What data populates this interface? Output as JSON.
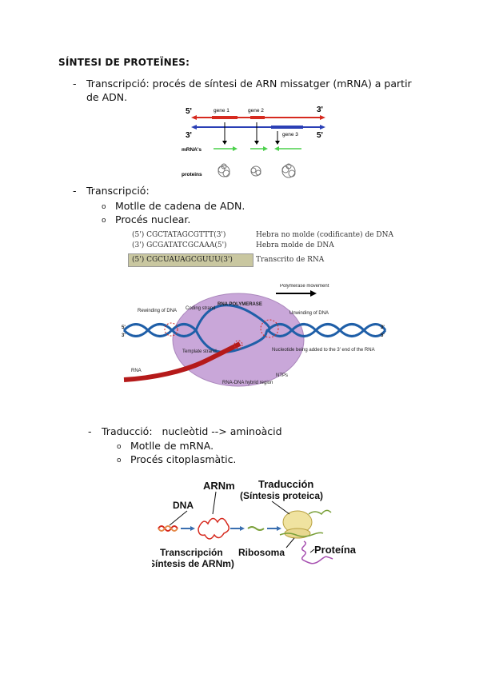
{
  "title": "SÍNTESI DE PROTEÏNES:",
  "bullets": {
    "dash": "-",
    "circle": "o",
    "b1": "Transcripció: procés de síntesi de ARN missatger (mRNA) a partir de ADN.",
    "b2": "Transcripció:",
    "b2_sub1": "Motlle de cadena de ADN.",
    "b2_sub2": "Procés nuclear.",
    "b3": "Traducció:   nucleòtid --> aminoàcid",
    "b3_sub1": "Motlle de mRNA.",
    "b3_sub2": "Procés citoplasmàtic."
  },
  "fig1": {
    "five_prime_top": "5'",
    "three_prime_top": "3'",
    "three_prime_bottom": "3'",
    "five_prime_bottom": "5'",
    "gene1": "gene 1",
    "gene2": "gene 2",
    "gene3": "gene 3",
    "mrna": "mRNA's",
    "proteins": "proteins"
  },
  "fig2": {
    "seq1": "(5') CGCTATAGCGTTT(3')",
    "seq1_label": "Hebra no molde (codificante) de DNA",
    "seq2": "(3') GCGATATCGCAAA(5')",
    "seq2_label": "Hebra molde de DNA",
    "seq3": "(5') CGCUAUAGCGUUU(3')",
    "seq3_label": "Transcrito de RNA"
  },
  "fig3": {
    "polymerase_movement": "Polymerase movement",
    "rna_polymerase": "RNA POLYMERASE",
    "rewinding": "Rewinding of DNA",
    "coding": "Coding strand",
    "unwinding": "Unwinding of DNA",
    "template": "Template strand",
    "nucleotide": "Nucleotide being added to the 3' end of the RNA",
    "rna": "RNA",
    "hybrid": "RNA-DNA hybrid region",
    "ntps": "NTPs",
    "five": "5'",
    "three": "3'"
  },
  "fig4": {
    "arnm": "ARNm",
    "traduccion": "Traducción",
    "sintesis_proteica": "(Síntesis proteica)",
    "dna": "DNA",
    "transcripcion": "Transcripción",
    "sintesis_arnm": "(Síntesis de ARNm)",
    "ribosoma": "Ribosoma",
    "proteina": "Proteína"
  },
  "colors": {
    "red": "#d62a1f",
    "blue": "#2a3fb5",
    "green": "#4cd14c",
    "dna_blue": "#1f5fa8",
    "nucleus": "#c9a7d9",
    "seq_highlight": "#c9c7a0"
  }
}
